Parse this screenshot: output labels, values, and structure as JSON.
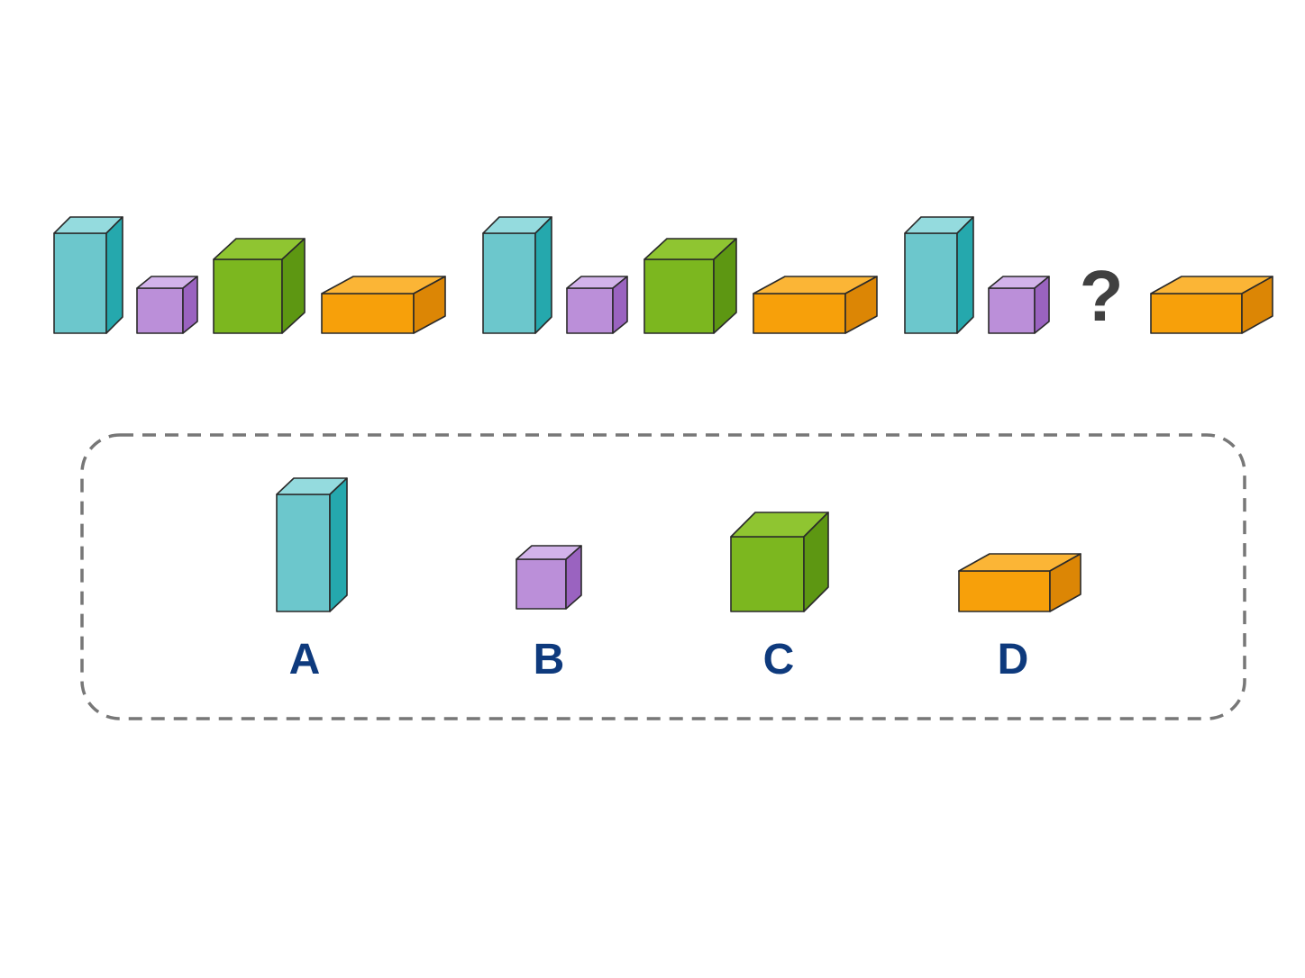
{
  "puzzle": {
    "sequence": [
      {
        "shape": "tall-box",
        "color": "teal"
      },
      {
        "shape": "small-cube",
        "color": "purple"
      },
      {
        "shape": "large-cube",
        "color": "green"
      },
      {
        "shape": "flat-box",
        "color": "orange"
      },
      {
        "shape": "tall-box",
        "color": "teal"
      },
      {
        "shape": "small-cube",
        "color": "purple"
      },
      {
        "shape": "large-cube",
        "color": "green"
      },
      {
        "shape": "flat-box",
        "color": "orange"
      },
      {
        "shape": "tall-box",
        "color": "teal"
      },
      {
        "shape": "small-cube",
        "color": "purple"
      },
      {
        "shape": "missing",
        "color": null
      },
      {
        "shape": "flat-box",
        "color": "orange"
      }
    ],
    "missing_symbol": "?",
    "options": [
      {
        "label": "A",
        "shape": "tall-box",
        "color": "teal"
      },
      {
        "label": "B",
        "shape": "small-cube",
        "color": "purple"
      },
      {
        "label": "C",
        "shape": "large-cube",
        "color": "green"
      },
      {
        "label": "D",
        "shape": "flat-box",
        "color": "orange"
      }
    ]
  },
  "colors": {
    "teal": {
      "front": "#6cc7cc",
      "top": "#94dbde",
      "side": "#25a8ad"
    },
    "purple": {
      "front": "#bb8fd9",
      "top": "#d2b3ea",
      "side": "#9a63c0"
    },
    "green": {
      "front": "#7cb71f",
      "top": "#8fc531",
      "side": "#5d9712"
    },
    "orange": {
      "front": "#f7a00a",
      "top": "#fbb536",
      "side": "#dc8605"
    },
    "label": "#0e3a7d",
    "question_mark": "#404040",
    "dashed_border": "#777777"
  }
}
